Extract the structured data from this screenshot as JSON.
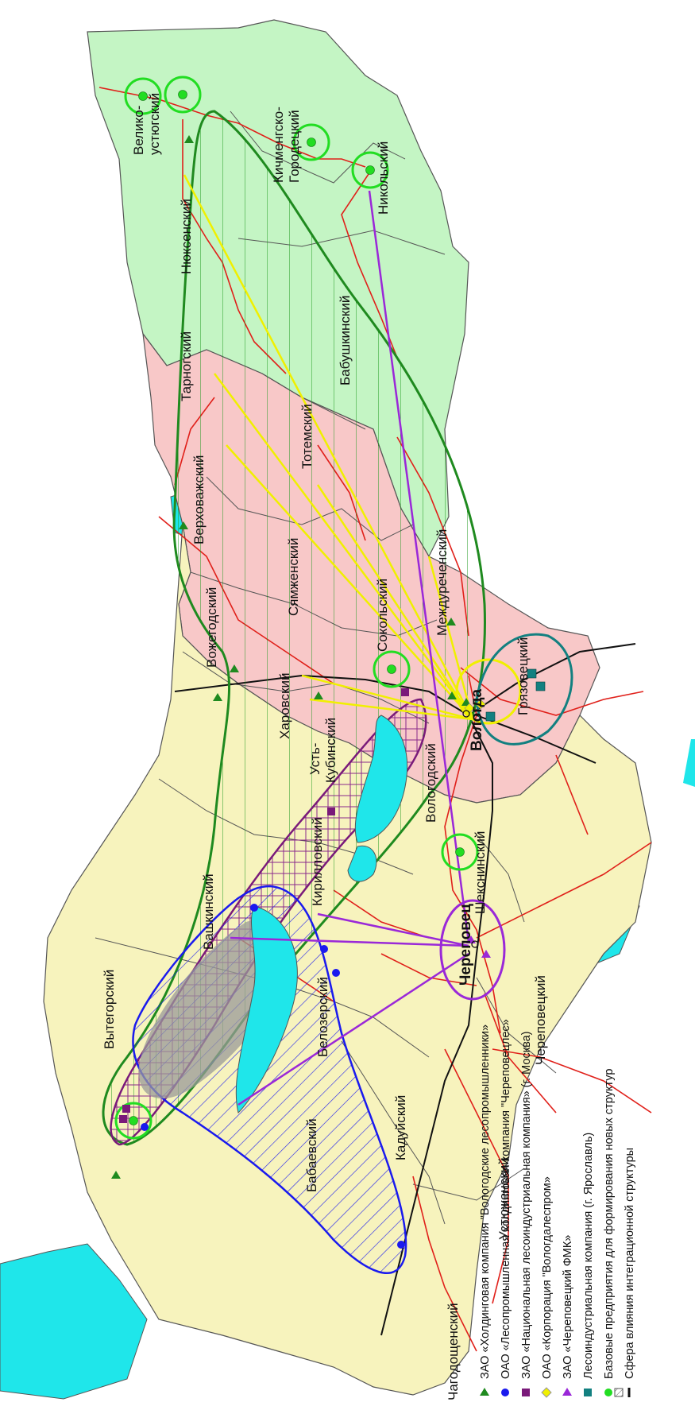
{
  "colors": {
    "sea": "#1fe6ea",
    "region_green": "#c4f5c4",
    "region_pink": "#f8c8c8",
    "region_yellow": "#f7f3bd",
    "border": "#555555",
    "road": "#e0201a",
    "rail": "#111111",
    "holding_vlp": "#1f8a1f",
    "cherepovetsles": "#1a1aee",
    "nlk": "#7a1a7a",
    "vologdalesprom": "#f0f000",
    "cherepovets_fmk": "#9a28d8",
    "yaroslavl": "#138080",
    "new_structures": "#22dd22"
  },
  "districts": [
    {
      "id": "velikoustyugsky",
      "label": "Велико-\nустюгский"
    },
    {
      "id": "kichmengsko-gorodetsky",
      "label": "Кичменгско-\nГородецкий"
    },
    {
      "id": "nikolsky",
      "label": "Никольский"
    },
    {
      "id": "nyuksensky",
      "label": "Нюксенский"
    },
    {
      "id": "tarnogsky",
      "label": "Тарногский"
    },
    {
      "id": "babushkinsky",
      "label": "Бабушкинский"
    },
    {
      "id": "totemsky",
      "label": "Тотемский"
    },
    {
      "id": "verkhovazhsky",
      "label": "Верховажский"
    },
    {
      "id": "syamzhensky",
      "label": "Сямженский"
    },
    {
      "id": "mezhdurechensky",
      "label": "Междуреченский"
    },
    {
      "id": "vozhegodsky",
      "label": "Вожегодский"
    },
    {
      "id": "sokolsky",
      "label": "Сокольский"
    },
    {
      "id": "kharovsky",
      "label": "Харовский"
    },
    {
      "id": "gryazovetsky",
      "label": "Грязовецкий"
    },
    {
      "id": "ust-kubinsky",
      "label": "Усть-\nКубинский"
    },
    {
      "id": "vologodsky",
      "label": "Вологодский"
    },
    {
      "id": "kirillovsky",
      "label": "Кирилловский"
    },
    {
      "id": "sheksninsky",
      "label": "Шекснинский"
    },
    {
      "id": "vashkinsky",
      "label": "Вашкинский"
    },
    {
      "id": "vytegorsky",
      "label": "Вытегорский"
    },
    {
      "id": "belozersky",
      "label": "Белозерский"
    },
    {
      "id": "babaevsky",
      "label": "Бабаевский"
    },
    {
      "id": "kaduysky",
      "label": "Кадуйский"
    },
    {
      "id": "cherepovetsky",
      "label": "Череповецкий"
    },
    {
      "id": "ustyuzhensky",
      "label": "Устюженский"
    },
    {
      "id": "chagodoshchensky",
      "label": "Чагодощенский"
    }
  ],
  "cities": {
    "cherepovets": "Череповец",
    "vologda": "Вологда"
  },
  "legend": {
    "items": [
      {
        "symbol": "triangle",
        "color": "#1f8a1f",
        "text": "ЗАО «Холдинговая компания \"Вологодские лесопромышленники»"
      },
      {
        "symbol": "circle",
        "color": "#1a1aee",
        "text": "ОАО «Лесопромышленная холдинговая компания \"Череповецлес»"
      },
      {
        "symbol": "square",
        "color": "#7a1a7a",
        "text": "ЗАО «Национальная лесоиндустриальная компания» (г. Москва)"
      },
      {
        "symbol": "diamond",
        "color": "#f0f000",
        "text": "ОАО «Корпорация \"Вологдалеспром»"
      },
      {
        "symbol": "triangle",
        "color": "#9a28d8",
        "text": "ЗАО «Череповецкий ФМК»"
      },
      {
        "symbol": "square",
        "color": "#138080",
        "text": "Лесоиндустриальная компания (г. Ярославль)"
      },
      {
        "symbol": "circle",
        "color": "#22dd22",
        "text": "Базовые предприятия для формирования новых структур"
      },
      {
        "symbol": "line",
        "color": "#111111",
        "text": "Сфера влияния интеграционной структуры"
      }
    ]
  }
}
